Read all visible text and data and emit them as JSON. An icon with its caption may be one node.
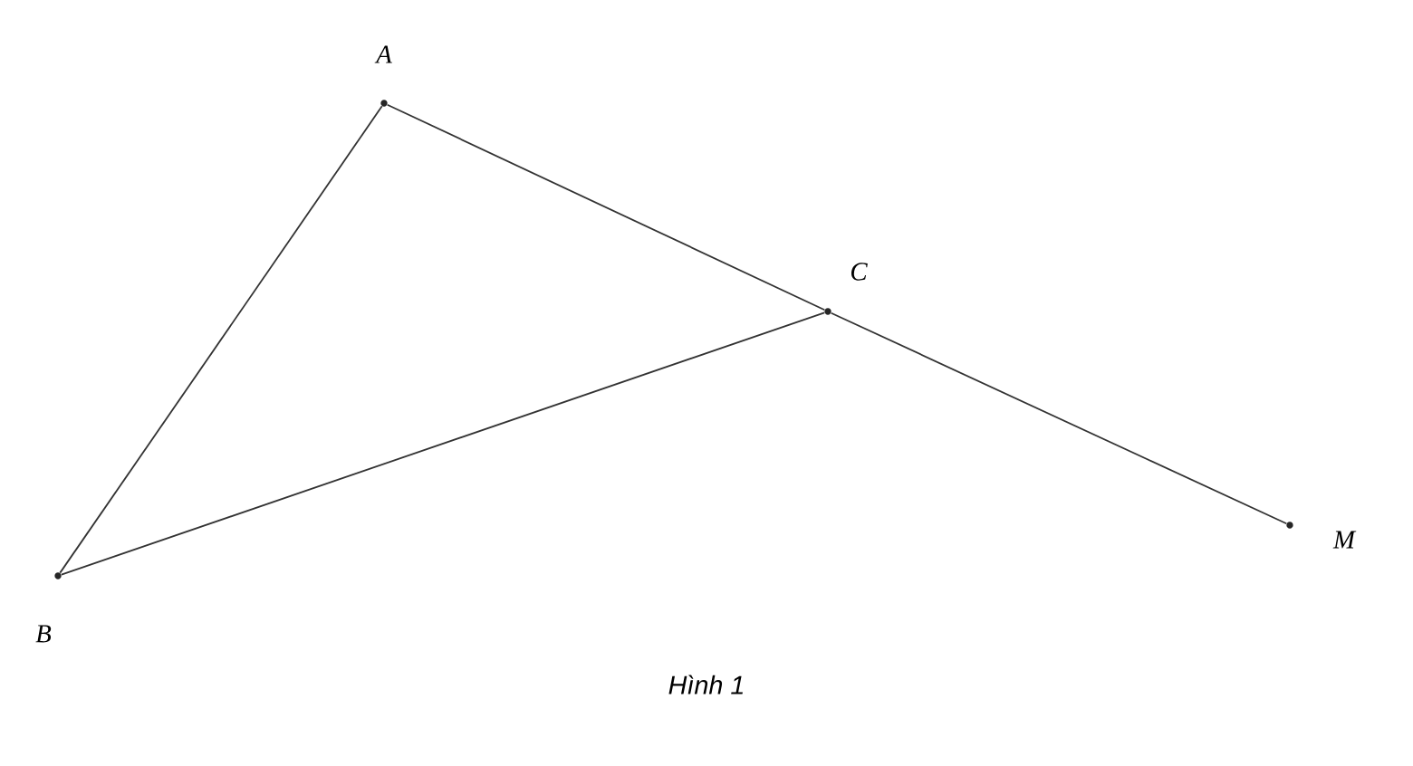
{
  "diagram": {
    "caption": "Hình 1",
    "nodes": [
      {
        "text": [
          "A"
        ]
      },
      {
        "text": [
          "B"
        ]
      },
      {
        "text": [
          "C"
        ]
      },
      {
        "text": [
          "M"
        ]
      }
    ],
    "edges": [
      {
        "from": 0,
        "to": 1,
        "arrow": "none"
      },
      {
        "from": 0,
        "to": 2,
        "arrow": "none"
      },
      {
        "from": 2,
        "to": 3,
        "arrow": "none"
      },
      {
        "from": 1,
        "to": 2,
        "arrow": "none"
      }
    ]
  }
}
